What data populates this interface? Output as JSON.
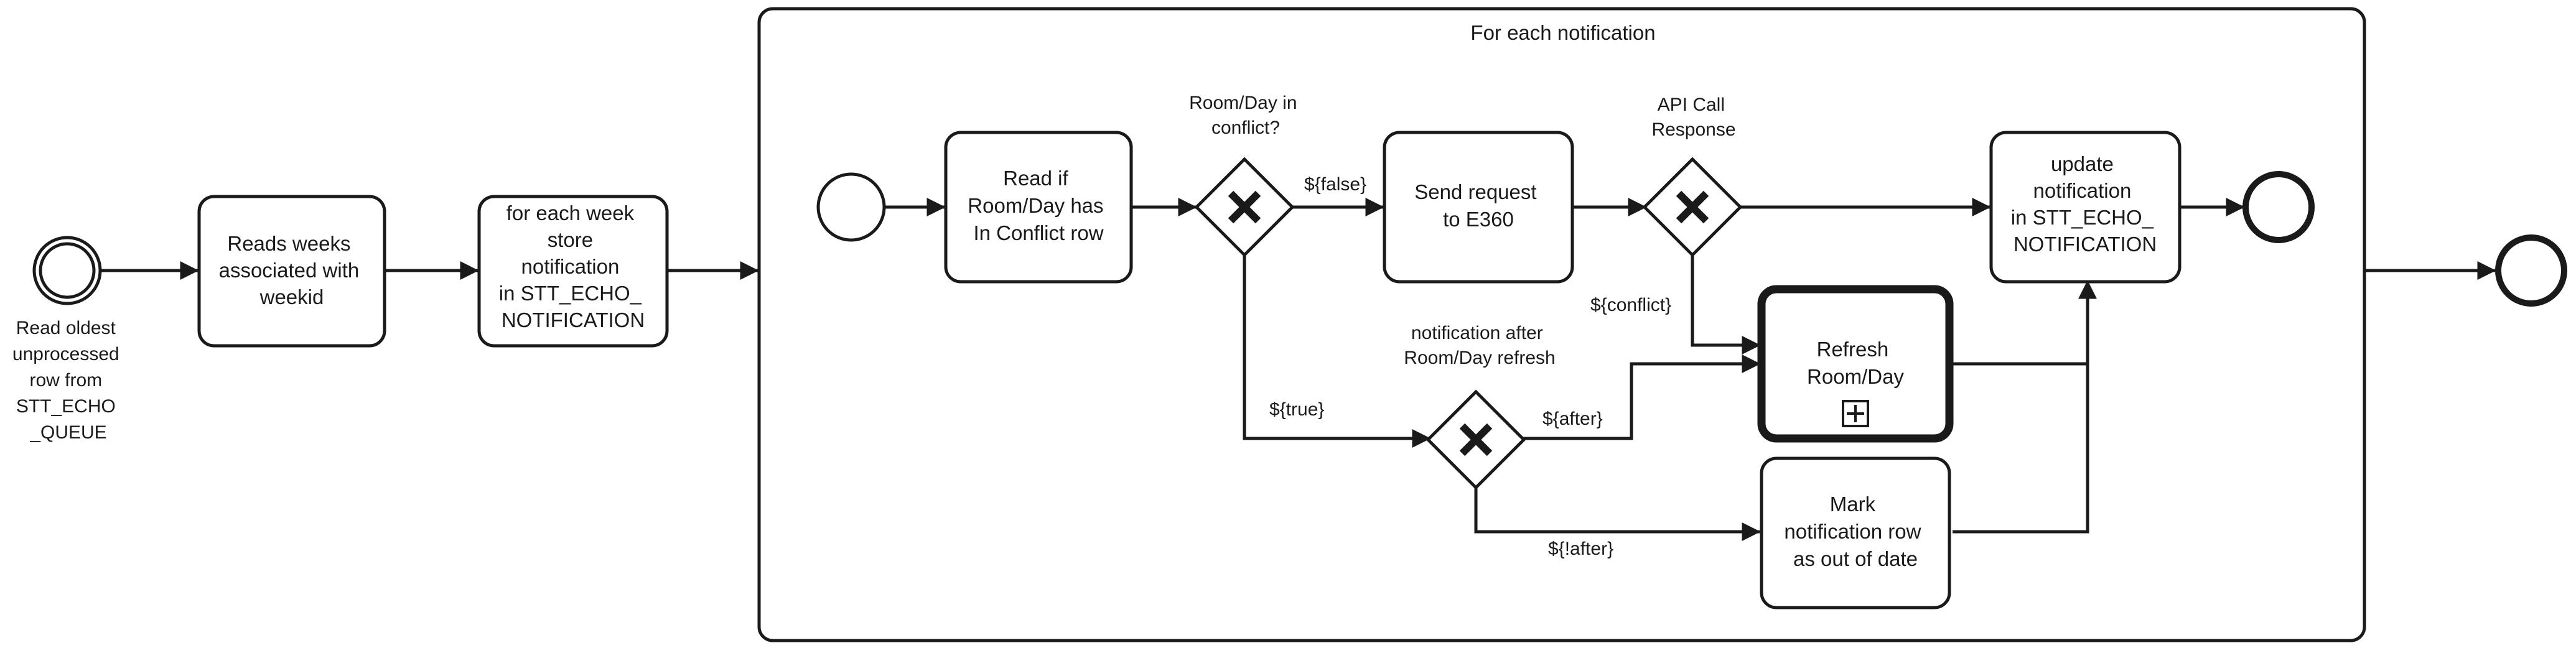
{
  "diagram": {
    "start_event": {
      "label": [
        "Read oldest",
        "unprocessed",
        "row from",
        "STT_ECHO",
        "_QUEUE"
      ]
    },
    "tasks": {
      "reads_weeks": [
        "Reads weeks",
        "associated with",
        "weekid"
      ],
      "store_notification": [
        "for each week",
        "store",
        "notification",
        "in STT_ECHO_",
        "NOTIFICATION"
      ],
      "read_conflict": [
        "Read if",
        "Room/Day has",
        "In Conflict row"
      ],
      "send_request": [
        "Send request",
        "to E360"
      ],
      "update_notification": [
        "update",
        "notification",
        "in STT_ECHO_",
        "NOTIFICATION"
      ],
      "refresh_roomday": [
        "Refresh",
        "Room/Day"
      ],
      "mark_out_of_date": [
        "Mark",
        "notification row",
        "as out of date"
      ]
    },
    "subprocess": {
      "title": "For each notification"
    },
    "gateways": {
      "conflict": [
        "Room/Day in",
        "conflict?"
      ],
      "api_response": [
        "API Call",
        "Response"
      ],
      "after_refresh": [
        "notification after",
        "Room/Day refresh"
      ]
    },
    "flows": {
      "false": "${false}",
      "true": "${true}",
      "conflict": "${conflict}",
      "after": "${after}",
      "not_after": "${!after}"
    }
  }
}
